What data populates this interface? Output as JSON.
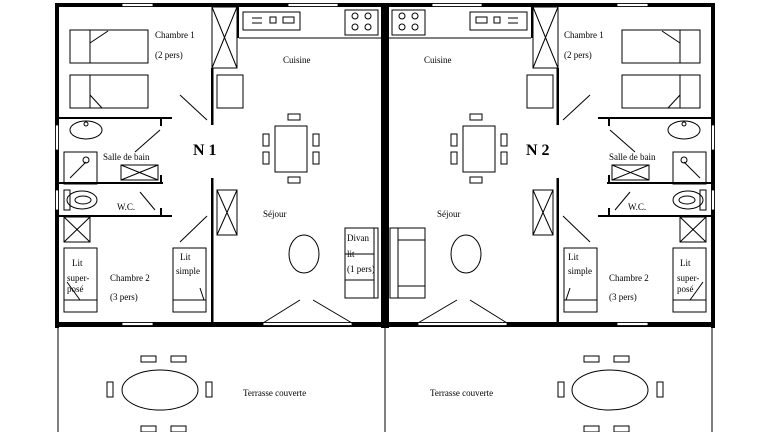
{
  "units": [
    {
      "name": "N 1",
      "rooms": {
        "chambre1": "Chambre 1",
        "chambre1_cap": "(2 pers)",
        "cuisine": "Cuisine",
        "salle_de_bain": "Salle de bain",
        "wc": "W.C.",
        "sejour": "Séjour",
        "chambre2": "Chambre 2",
        "chambre2_cap": "(3 pers)"
      },
      "furniture": {
        "lit_superpose": [
          "Lit",
          "super-",
          "posé"
        ],
        "lit_simple": [
          "Lit",
          "simple"
        ],
        "divan": [
          "Divan",
          "lit",
          "(1 pers)"
        ]
      },
      "terrace": "Terrasse couverte"
    },
    {
      "name": "N 2",
      "rooms": {
        "chambre1": "Chambre 1",
        "chambre1_cap": "(2 pers)",
        "cuisine": "Cuisine",
        "salle_de_bain": "Salle de bain",
        "wc": "W.C.",
        "sejour": "Séjour",
        "chambre2": "Chambre 2",
        "chambre2_cap": "(3 pers)"
      },
      "furniture": {
        "lit_superpose": [
          "Lit",
          "super-",
          "posé"
        ],
        "lit_simple": [
          "Lit",
          "simple"
        ]
      },
      "terrace": "Terrasse couverte"
    }
  ]
}
